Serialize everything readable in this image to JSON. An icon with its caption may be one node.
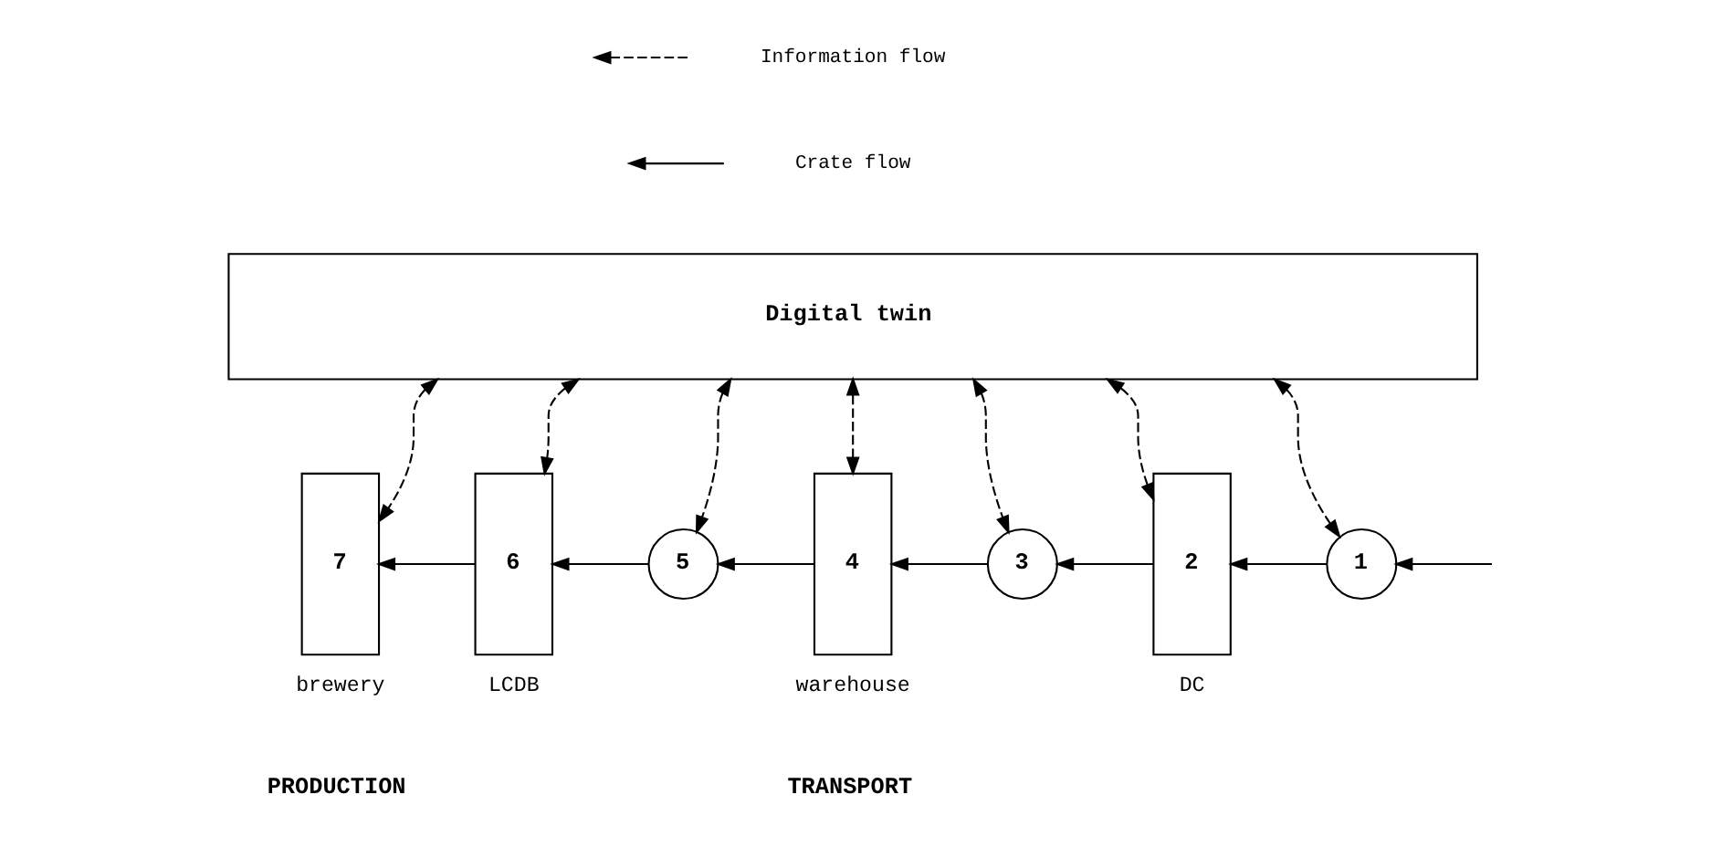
{
  "diagram": {
    "nodes": [
      {
        "text": [
          "Digital twin"
        ]
      },
      {
        "text": [
          "7"
        ],
        "beside": [
          "brewery"
        ]
      },
      {
        "text": [
          "6"
        ],
        "beside": [
          "LCDB"
        ]
      },
      {
        "text": [
          "5"
        ]
      },
      {
        "text": [
          "4"
        ],
        "beside": [
          "warehouse"
        ]
      },
      {
        "text": [
          "3"
        ]
      },
      {
        "text": [
          "2"
        ],
        "beside": [
          "DC"
        ]
      },
      {
        "text": [
          "1"
        ]
      }
    ],
    "edges": [
      {
        "from": 0,
        "to": 1,
        "arrow": "both",
        "style": "dashed"
      },
      {
        "from": 0,
        "to": 2,
        "arrow": "both",
        "style": "dashed"
      },
      {
        "from": 0,
        "to": 3,
        "arrow": "both",
        "style": "dashed"
      },
      {
        "from": 0,
        "to": 4,
        "arrow": "both",
        "style": "dashed"
      },
      {
        "from": 0,
        "to": 5,
        "arrow": "both",
        "style": "dashed"
      },
      {
        "from": 0,
        "to": 6,
        "arrow": "both",
        "style": "dashed"
      },
      {
        "from": 0,
        "to": 7,
        "arrow": "both",
        "style": "dashed"
      },
      {
        "from": null,
        "to": 7,
        "arrow": "to"
      },
      {
        "from": 7,
        "to": 6,
        "arrow": "to"
      },
      {
        "from": 6,
        "to": 5,
        "arrow": "to"
      },
      {
        "from": 5,
        "to": 4,
        "arrow": "to"
      },
      {
        "from": 4,
        "to": 3,
        "arrow": "to"
      },
      {
        "from": 3,
        "to": 2,
        "arrow": "to"
      },
      {
        "from": 2,
        "to": 1,
        "arrow": "to"
      }
    ],
    "labels": [
      "PRODUCTION",
      "TRANSPORT"
    ],
    "legend": [
      {
        "text": "Information flow"
      },
      {
        "text": "Crate flow"
      }
    ]
  }
}
